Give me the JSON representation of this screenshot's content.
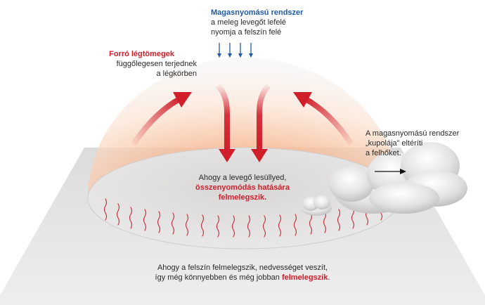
{
  "labels": {
    "high_pressure": {
      "title": "Magasnyomású rendszer",
      "line1": "a meleg levegőt lefelé",
      "line2": "nyomja a felszín felé"
    },
    "hot_air": {
      "title": "Forró légtömegek",
      "line1": "függőlegesen terjednek",
      "line2": "a légkörben"
    },
    "dome": {
      "line1": "A magasnyomású rendszer",
      "line2": "„kupolája” eltéríti",
      "line3": "a felhőket."
    },
    "sinking": {
      "line1": "Ahogy a levegő lesüllyed,",
      "line2": "összenyomódás hatására",
      "line3": "felmelegszik."
    },
    "surface": {
      "line1": "Ahogy a felszín felmelegszik, nedvességet veszít,",
      "line2_pre": "így még könnyebben és még jobban ",
      "line2_em": "felmelegszik",
      "line2_post": "."
    }
  },
  "colors": {
    "blue": "#1f5aa6",
    "red": "#d01f2b",
    "orange": "#f2a273",
    "ground": "#e3e3e3"
  }
}
